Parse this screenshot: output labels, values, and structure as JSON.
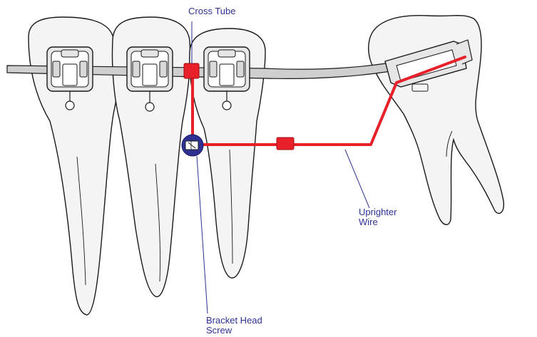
{
  "labels": {
    "cross_tube": "Cross Tube",
    "upright_wire": [
      "Uprighter",
      "Wire"
    ],
    "bracket_head_screw": [
      "Bracket Head",
      "Screw"
    ]
  },
  "colors": {
    "label_text": "#2e3192",
    "leader_line": "#2e3192",
    "appliance_wire": "#e8202a",
    "screw_head": "#2e3192",
    "tooth_fill": "#f4f4f4",
    "tooth_outline": "#1a1a1a",
    "archwire_fill": "#cfcfcf",
    "bracket_fill": "#e6e6e6"
  }
}
